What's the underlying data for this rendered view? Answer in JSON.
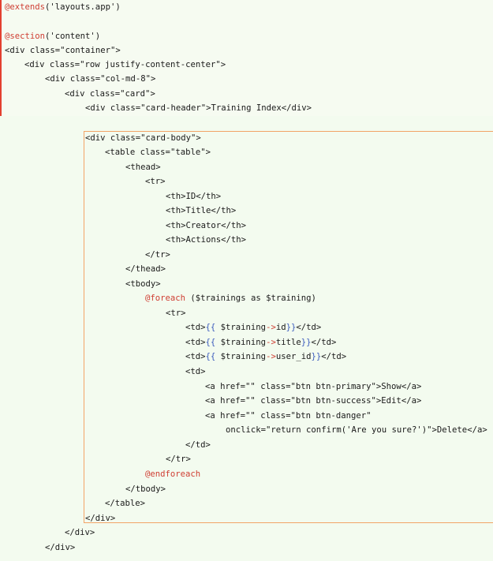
{
  "code_lines": [
    [
      {
        "t": "@extends",
        "k": "directive"
      },
      {
        "t": "('layouts.app')",
        "k": "text"
      }
    ],
    [],
    [
      {
        "t": "@section",
        "k": "directive"
      },
      {
        "t": "('content')",
        "k": "text"
      }
    ],
    [
      {
        "t": "<div",
        "k": "tag"
      },
      {
        "t": " class=",
        "k": "attr"
      },
      {
        "t": "\"container\"",
        "k": "str"
      },
      {
        "t": ">",
        "k": "tag"
      }
    ],
    [
      {
        "t": "<div",
        "k": "tag"
      },
      {
        "t": " class=",
        "k": "attr"
      },
      {
        "t": "\"row justify-content-center\"",
        "k": "str"
      },
      {
        "t": ">",
        "k": "tag"
      }
    ],
    [
      {
        "t": "<div",
        "k": "tag"
      },
      {
        "t": " class=",
        "k": "attr"
      },
      {
        "t": "\"col-md-8\"",
        "k": "str"
      },
      {
        "t": ">",
        "k": "tag"
      }
    ],
    [
      {
        "t": "<div",
        "k": "tag"
      },
      {
        "t": " class=",
        "k": "attr"
      },
      {
        "t": "\"card\"",
        "k": "str"
      },
      {
        "t": ">",
        "k": "tag"
      }
    ],
    [
      {
        "t": "<div",
        "k": "tag"
      },
      {
        "t": " class=",
        "k": "attr"
      },
      {
        "t": "\"card-header\"",
        "k": "str"
      },
      {
        "t": ">",
        "k": "tag"
      },
      {
        "t": "Training Index",
        "k": "text"
      },
      {
        "t": "</div>",
        "k": "tag"
      }
    ],
    [],
    [
      {
        "t": "<div",
        "k": "tag"
      },
      {
        "t": " class=",
        "k": "attr"
      },
      {
        "t": "\"card-body\"",
        "k": "str"
      },
      {
        "t": ">",
        "k": "tag"
      }
    ],
    [
      {
        "t": "<table",
        "k": "tag"
      },
      {
        "t": " class=",
        "k": "attr"
      },
      {
        "t": "\"table\"",
        "k": "str"
      },
      {
        "t": ">",
        "k": "tag"
      }
    ],
    [
      {
        "t": "<thead>",
        "k": "tag"
      }
    ],
    [
      {
        "t": "<tr>",
        "k": "tag"
      }
    ],
    [
      {
        "t": "<th>",
        "k": "tag"
      },
      {
        "t": "ID",
        "k": "text"
      },
      {
        "t": "</th>",
        "k": "tag"
      }
    ],
    [
      {
        "t": "<th>",
        "k": "tag"
      },
      {
        "t": "Title",
        "k": "text"
      },
      {
        "t": "</th>",
        "k": "tag"
      }
    ],
    [
      {
        "t": "<th>",
        "k": "tag"
      },
      {
        "t": "Creator",
        "k": "text"
      },
      {
        "t": "</th>",
        "k": "tag"
      }
    ],
    [
      {
        "t": "<th>",
        "k": "tag"
      },
      {
        "t": "Actions",
        "k": "text"
      },
      {
        "t": "</th>",
        "k": "tag"
      }
    ],
    [
      {
        "t": "</tr>",
        "k": "tag"
      }
    ],
    [
      {
        "t": "</thead>",
        "k": "tag"
      }
    ],
    [
      {
        "t": "<tbody>",
        "k": "tag"
      }
    ],
    [
      {
        "t": "@foreach",
        "k": "directive"
      },
      {
        "t": " ($trainings as $training)",
        "k": "text"
      }
    ],
    [
      {
        "t": "<tr>",
        "k": "tag"
      }
    ],
    [
      {
        "t": "<td>",
        "k": "tag"
      },
      {
        "t": "{{",
        "k": "blade"
      },
      {
        "t": " $training",
        "k": "var"
      },
      {
        "t": "->",
        "k": "arrow"
      },
      {
        "t": "id",
        "k": "var"
      },
      {
        "t": "}}",
        "k": "blade"
      },
      {
        "t": "</td>",
        "k": "tag"
      }
    ],
    [
      {
        "t": "<td>",
        "k": "tag"
      },
      {
        "t": "{{",
        "k": "blade"
      },
      {
        "t": " $training",
        "k": "var"
      },
      {
        "t": "->",
        "k": "arrow"
      },
      {
        "t": "title",
        "k": "var"
      },
      {
        "t": "}}",
        "k": "blade"
      },
      {
        "t": "</td>",
        "k": "tag"
      }
    ],
    [
      {
        "t": "<td>",
        "k": "tag"
      },
      {
        "t": "{{",
        "k": "blade"
      },
      {
        "t": " $training",
        "k": "var"
      },
      {
        "t": "->",
        "k": "arrow"
      },
      {
        "t": "user_id",
        "k": "var"
      },
      {
        "t": "}}",
        "k": "blade"
      },
      {
        "t": "</td>",
        "k": "tag"
      }
    ],
    [
      {
        "t": "<td>",
        "k": "tag"
      }
    ],
    [
      {
        "t": "<a",
        "k": "tag"
      },
      {
        "t": " href=",
        "k": "attr"
      },
      {
        "t": "\"\"",
        "k": "str"
      },
      {
        "t": " class=",
        "k": "attr"
      },
      {
        "t": "\"btn btn-primary\"",
        "k": "str"
      },
      {
        "t": ">",
        "k": "tag"
      },
      {
        "t": "Show",
        "k": "text"
      },
      {
        "t": "</a>",
        "k": "tag"
      }
    ],
    [
      {
        "t": "<a",
        "k": "tag"
      },
      {
        "t": " href=",
        "k": "attr"
      },
      {
        "t": "\"\"",
        "k": "str"
      },
      {
        "t": " class=",
        "k": "attr"
      },
      {
        "t": "\"btn btn-success\"",
        "k": "str"
      },
      {
        "t": ">",
        "k": "tag"
      },
      {
        "t": "Edit",
        "k": "text"
      },
      {
        "t": "</a>",
        "k": "tag"
      }
    ],
    [
      {
        "t": "<a",
        "k": "tag"
      },
      {
        "t": " href=",
        "k": "attr"
      },
      {
        "t": "\"\"",
        "k": "str"
      },
      {
        "t": " class=",
        "k": "attr"
      },
      {
        "t": "\"btn btn-danger\"",
        "k": "str"
      }
    ],
    [
      {
        "t": "onclick=",
        "k": "attr"
      },
      {
        "t": "\"return confirm('Are you sure?')\"",
        "k": "str"
      },
      {
        "t": ">",
        "k": "tag"
      },
      {
        "t": "Delete",
        "k": "text"
      },
      {
        "t": "</a>",
        "k": "tag"
      }
    ],
    [
      {
        "t": "</td>",
        "k": "tag"
      }
    ],
    [
      {
        "t": "</tr>",
        "k": "tag"
      }
    ],
    [
      {
        "t": "@endforeach",
        "k": "directive"
      }
    ],
    [
      {
        "t": "</tbody>",
        "k": "tag"
      }
    ],
    [
      {
        "t": "</table>",
        "k": "tag"
      }
    ],
    [
      {
        "t": "</div>",
        "k": "tag"
      }
    ],
    [
      {
        "t": "</div>",
        "k": "tag"
      }
    ],
    [
      {
        "t": "</div>",
        "k": "tag"
      }
    ]
  ],
  "colors": {
    "top_panel_bg": "#f6fbf1",
    "bottom_panel_bg": "#f3fbef",
    "left_border": "#e3402f",
    "highlight_border": "#f2a466",
    "directive": "#cf3e33",
    "blade_brace": "#3b5bbd"
  }
}
